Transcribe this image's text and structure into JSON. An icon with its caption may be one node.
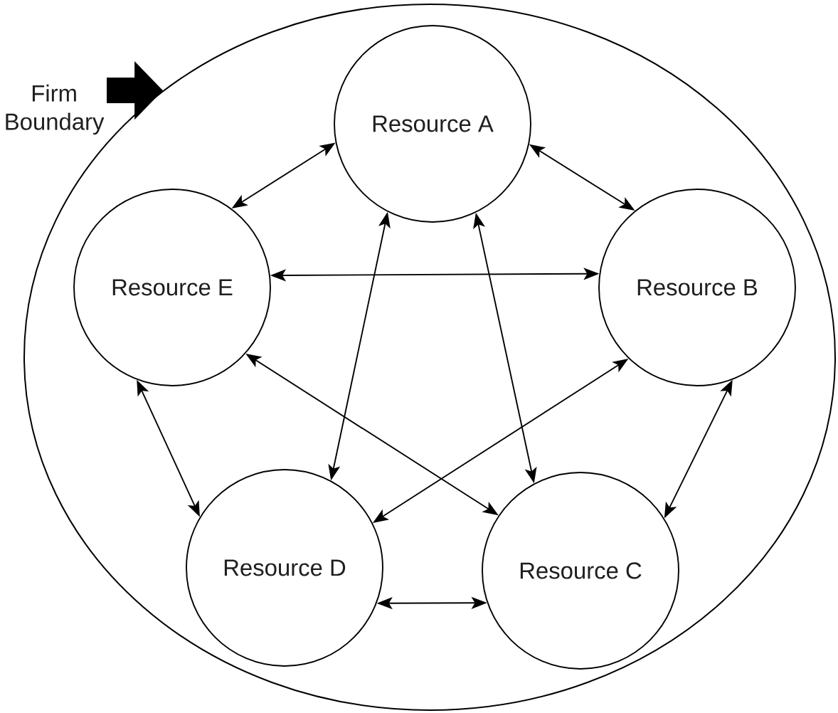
{
  "diagram": {
    "nodes": [
      {
        "text": [
          "Firm Boundary"
        ]
      },
      {
        "text": [],
        "shape": "ellipse"
      },
      {
        "text": [
          "Resource A"
        ],
        "in": 1
      },
      {
        "text": [
          "Resource E"
        ],
        "in": 1
      },
      {
        "text": [
          "Resource B"
        ],
        "in": 1
      },
      {
        "text": [
          "Resource D"
        ],
        "in": 1
      },
      {
        "text": [
          "Resource C"
        ],
        "in": 1
      }
    ],
    "edges": [
      {
        "from": 0,
        "to": 1,
        "arrow": "to",
        "style": "thick"
      },
      {
        "from": 2,
        "to": 3,
        "arrow": "both"
      },
      {
        "from": 2,
        "to": 4,
        "arrow": "both"
      },
      {
        "from": 3,
        "to": 4,
        "arrow": "both"
      },
      {
        "from": 2,
        "to": 5,
        "arrow": "both"
      },
      {
        "from": 2,
        "to": 6,
        "arrow": "both"
      },
      {
        "from": 3,
        "to": 5,
        "arrow": "both"
      },
      {
        "from": 3,
        "to": 6,
        "arrow": "both"
      },
      {
        "from": 4,
        "to": 5,
        "arrow": "both"
      },
      {
        "from": 4,
        "to": 6,
        "arrow": "both"
      },
      {
        "from": 5,
        "to": 6,
        "arrow": "both"
      }
    ]
  }
}
